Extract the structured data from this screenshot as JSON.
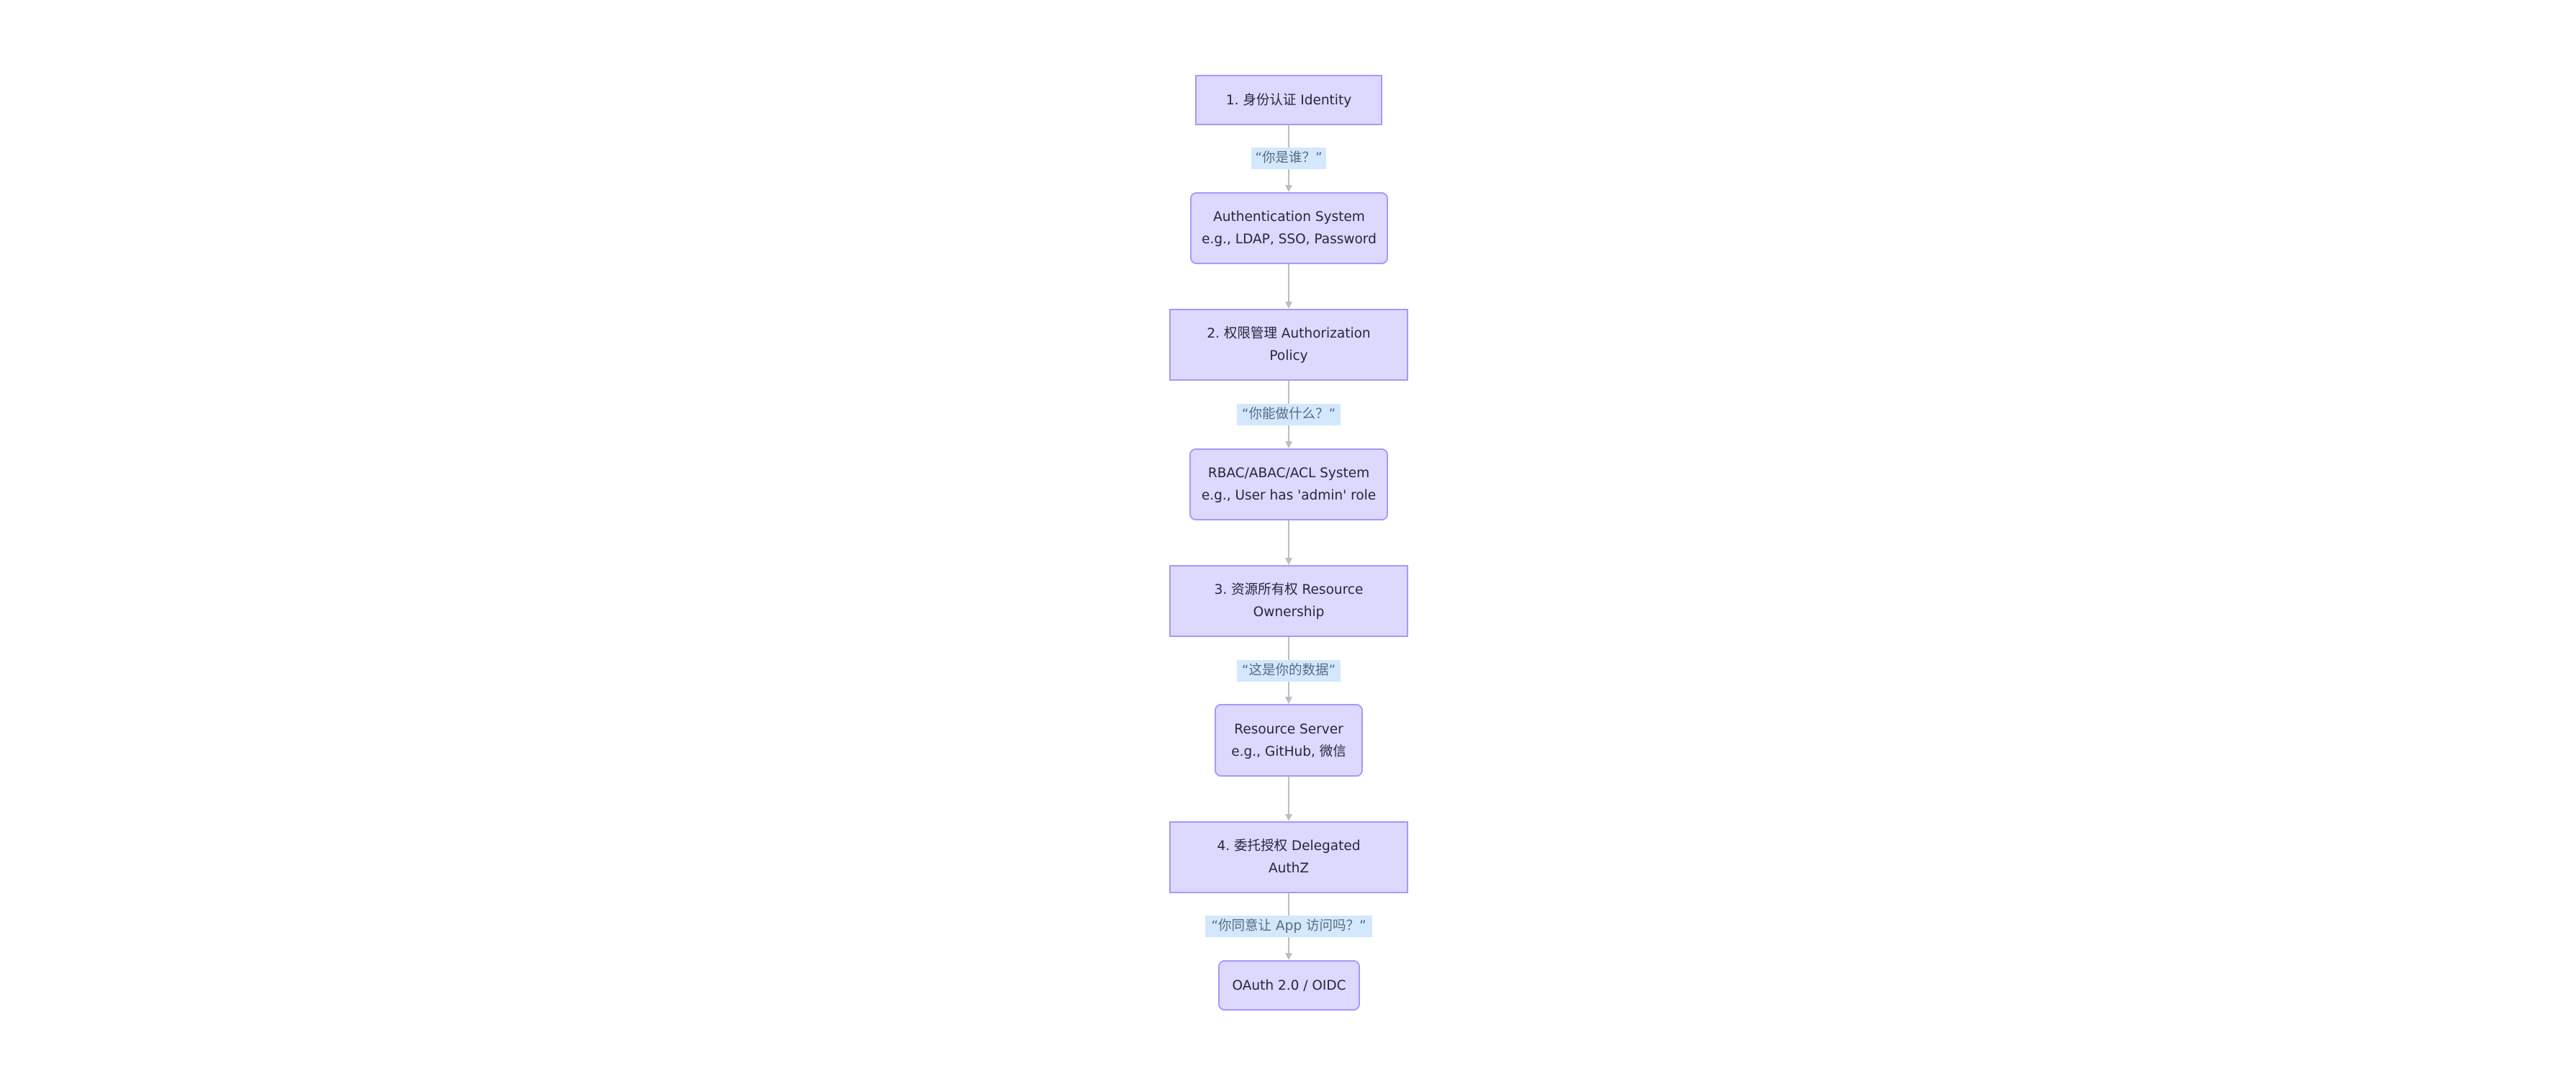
{
  "diagram": {
    "type": "flowchart",
    "direction": "top-to-bottom",
    "colors": {
      "background": "#ffffff",
      "node_fill": "#dcd8fe",
      "node_stroke": "#a39afa",
      "node_text": "#262638",
      "edge_line": "#bdbdc8",
      "edge_label_bg": "#d3e8fd",
      "edge_label_text": "#5a6a80"
    },
    "nodes": [
      {
        "id": "identity",
        "shape": "rect",
        "lines": [
          "1. 身份认证 Identity"
        ]
      },
      {
        "id": "authn_system",
        "shape": "rounded",
        "lines": [
          "Authentication System",
          "e.g., LDAP, SSO, Password"
        ]
      },
      {
        "id": "authz_policy",
        "shape": "rect",
        "lines": [
          "2. 权限管理 Authorization",
          "Policy"
        ]
      },
      {
        "id": "rbac_system",
        "shape": "rounded",
        "lines": [
          "RBAC/ABAC/ACL System",
          "e.g., User has 'admin' role"
        ]
      },
      {
        "id": "resource_ownership",
        "shape": "rect",
        "lines": [
          "3. 资源所有权 Resource",
          "Ownership"
        ]
      },
      {
        "id": "resource_server",
        "shape": "rounded",
        "lines": [
          "Resource Server",
          "e.g., GitHub, 微信"
        ]
      },
      {
        "id": "delegated_authz",
        "shape": "rect",
        "lines": [
          "4. 委托授权 Delegated",
          "AuthZ"
        ]
      },
      {
        "id": "oauth",
        "shape": "rounded",
        "lines": [
          "OAuth 2.0 / OIDC"
        ]
      }
    ],
    "edges": [
      {
        "from": "identity",
        "to": "authn_system",
        "label": "“你是谁？”"
      },
      {
        "from": "authn_system",
        "to": "authz_policy",
        "label": ""
      },
      {
        "from": "authz_policy",
        "to": "rbac_system",
        "label": "“你能做什么？”"
      },
      {
        "from": "rbac_system",
        "to": "resource_ownership",
        "label": ""
      },
      {
        "from": "resource_ownership",
        "to": "resource_server",
        "label": "“这是你的数据”"
      },
      {
        "from": "resource_server",
        "to": "delegated_authz",
        "label": ""
      },
      {
        "from": "delegated_authz",
        "to": "oauth",
        "label": "“你同意让 App 访问吗？”"
      }
    ]
  }
}
